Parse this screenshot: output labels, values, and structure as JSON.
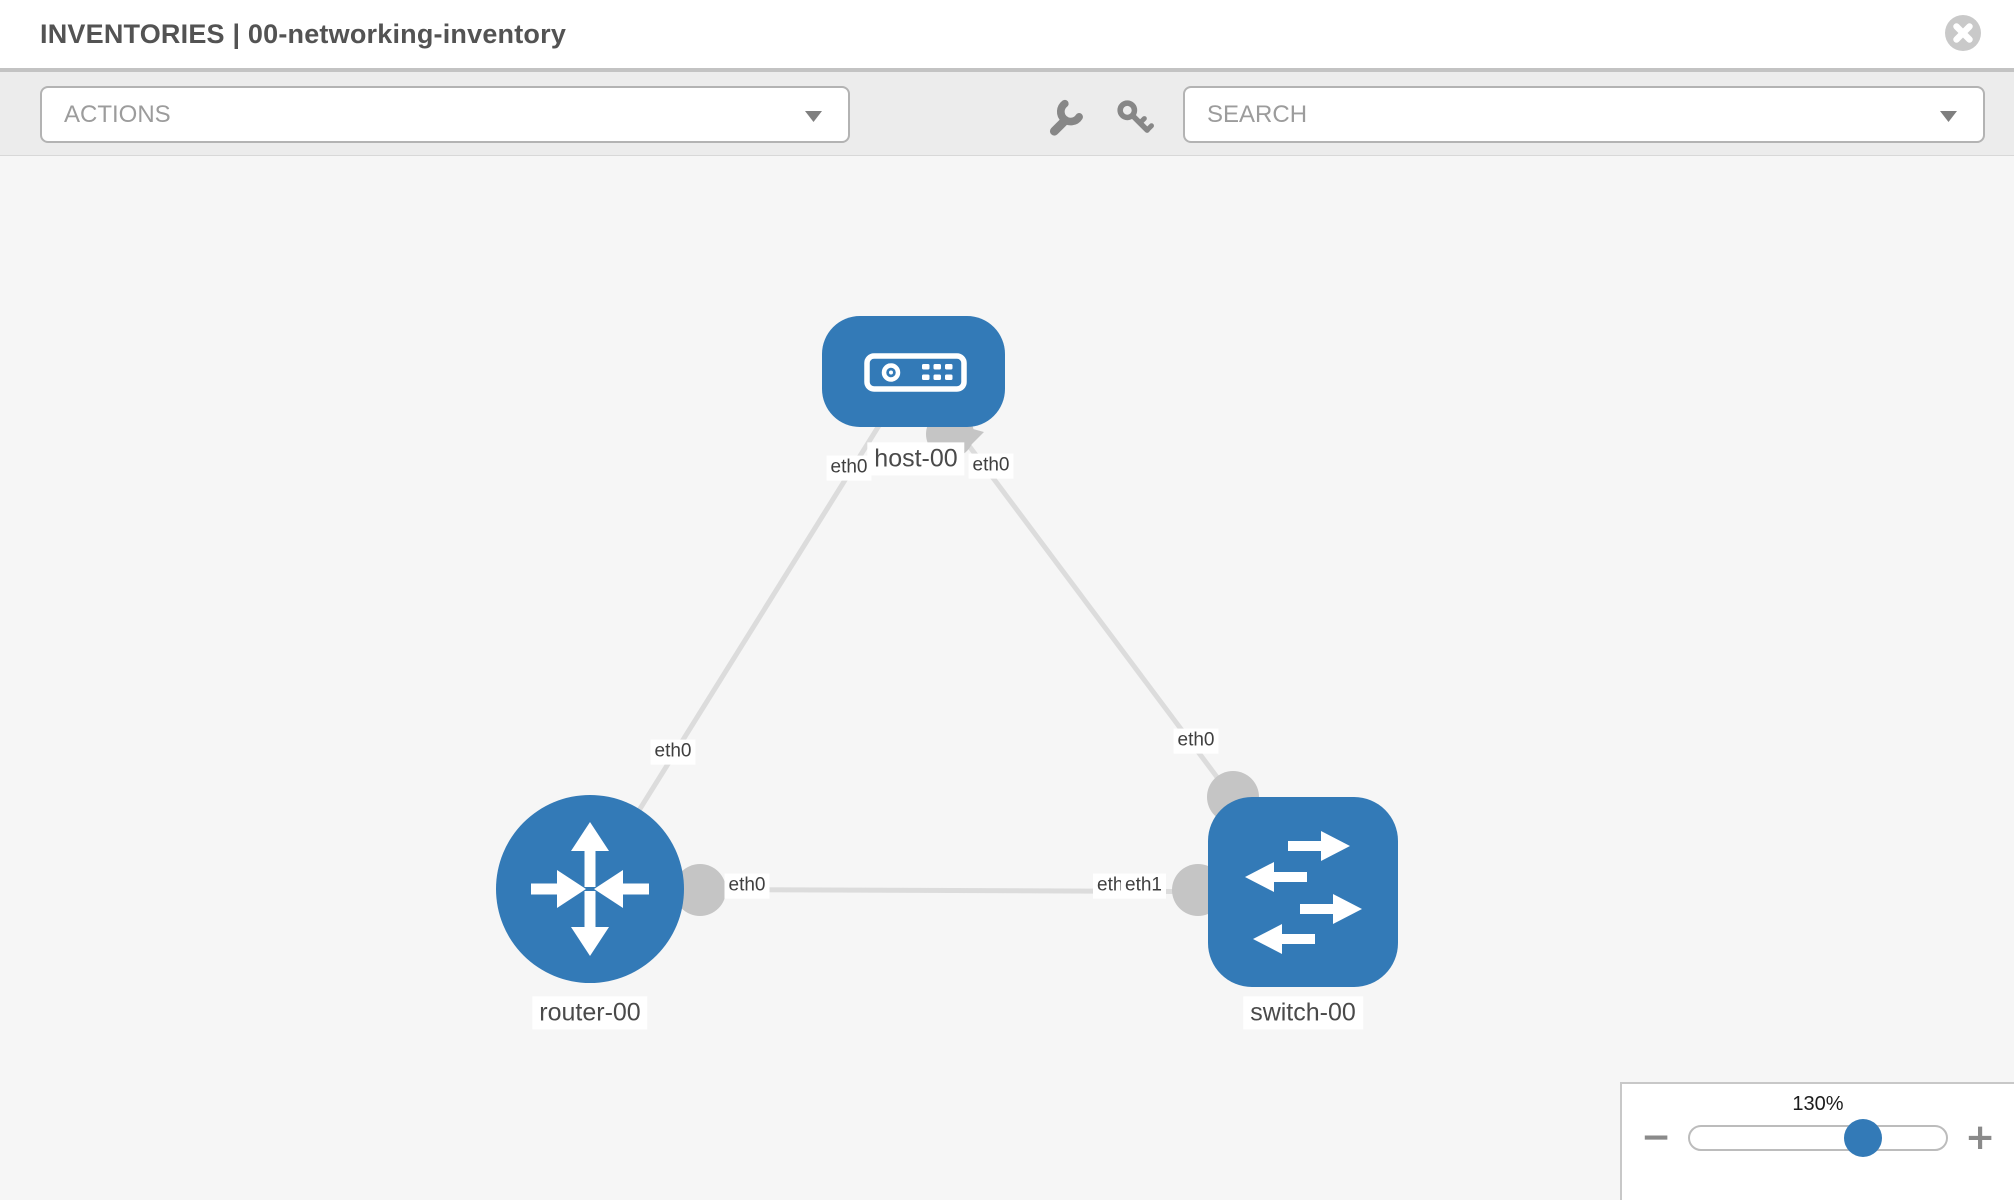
{
  "header": {
    "title": "INVENTORIES | 00-networking-inventory",
    "close_icon": "circle-x-icon"
  },
  "toolbar": {
    "actions_label": "ACTIONS",
    "search_label": "SEARCH",
    "icons": [
      "wrench-icon",
      "key-icon"
    ]
  },
  "topology": {
    "nodes": [
      {
        "id": "host-00",
        "label": "host-00",
        "type": "host"
      },
      {
        "id": "router-00",
        "label": "router-00",
        "type": "router"
      },
      {
        "id": "switch-00",
        "label": "switch-00",
        "type": "switch"
      }
    ],
    "links": [
      {
        "from": "host-00",
        "to": "router-00",
        "from_label": "eth0",
        "to_label": "eth0"
      },
      {
        "from": "host-00",
        "to": "switch-00",
        "from_label": "eth0",
        "to_label": "eth0"
      },
      {
        "from": "router-00",
        "to": "switch-00",
        "from_label": "eth0",
        "to_label": "eth1"
      }
    ],
    "occluded_label": "eth0"
  },
  "zoom_control": {
    "value_label": "130%",
    "percent": 130,
    "minus_symbol": "−",
    "plus_symbol": "+"
  },
  "colors": {
    "node_fill": "#337ab7",
    "edge": "#dcdcdc",
    "endpoint": "#c5c5c5",
    "toolbar_bg": "#ececec",
    "canvas_bg": "#f6f6f6",
    "slider_thumb": "#337ab7"
  }
}
